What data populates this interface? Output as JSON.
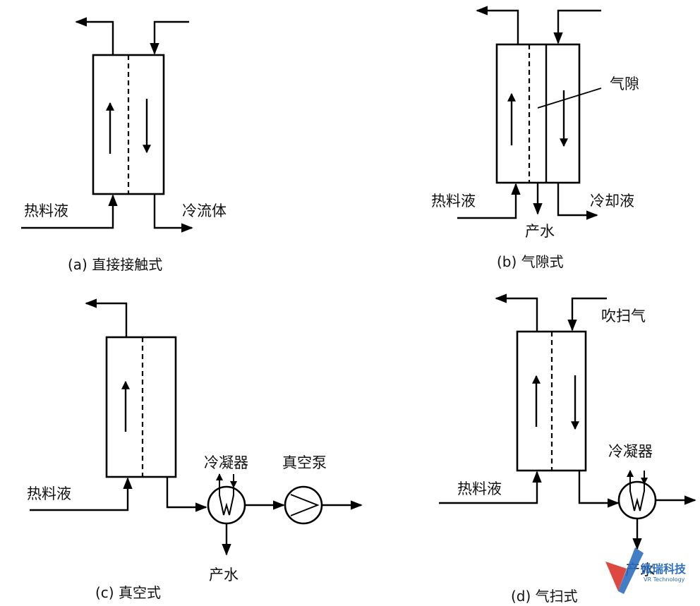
{
  "panels": {
    "a": {
      "caption": "(a)  直接接触式",
      "hot": "热料液",
      "cold": "冷流体"
    },
    "b": {
      "caption": "(b)  气隙式",
      "gap": "气隙",
      "hot": "热料液",
      "cool": "冷却液",
      "water": "产水"
    },
    "c": {
      "caption": "(c)  真空式",
      "hot": "热料液",
      "condenser": "冷凝器",
      "pump": "真空泵",
      "water": "产水"
    },
    "d": {
      "caption": "(d)  气扫式",
      "sweep": "吹扫气",
      "hot": "热料液",
      "condenser": "冷凝器",
      "water": "产水"
    }
  },
  "watermark": {
    "name": "微瑞科技",
    "sub": "VR Technology"
  }
}
